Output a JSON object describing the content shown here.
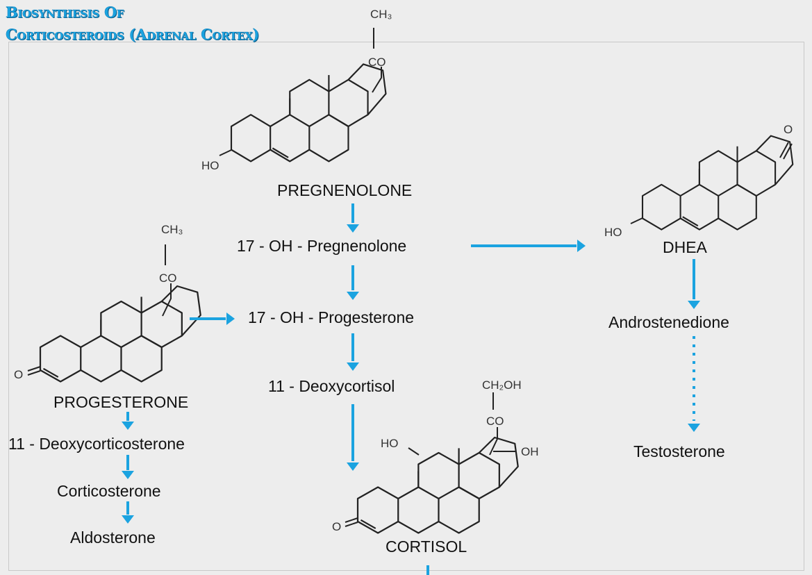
{
  "title": {
    "line1": "Biosynthesis Of",
    "line2": "Corticosteroids (Adrenal Cortex)"
  },
  "compounds": {
    "pregnenolone": "PREGNENOLONE",
    "oh17_pregnenolone": "17 - OH - Pregnenolone",
    "oh17_progesterone": "17 - OH - Progesterone",
    "deoxycortisol_11": "11 - Deoxycortisol",
    "cortisol": "CORTISOL",
    "progesterone": "PROGESTERONE",
    "deoxycorticosterone_11": "11 - Deoxycorticosterone",
    "corticosterone": "Corticosterone",
    "aldosterone": "Aldosterone",
    "dhea": "DHEA",
    "androstenedione": "Androstenedione",
    "testosterone": "Testosterone"
  },
  "atom_labels": {
    "ch3": "CH₃",
    "co": "CO",
    "ho": "HO",
    "oh": "OH",
    "o": "O",
    "ch2oh": "CH₂OH"
  },
  "colors": {
    "arrow": "#1ba3e0",
    "title": "#1ba3e0",
    "background": "#ededed"
  }
}
